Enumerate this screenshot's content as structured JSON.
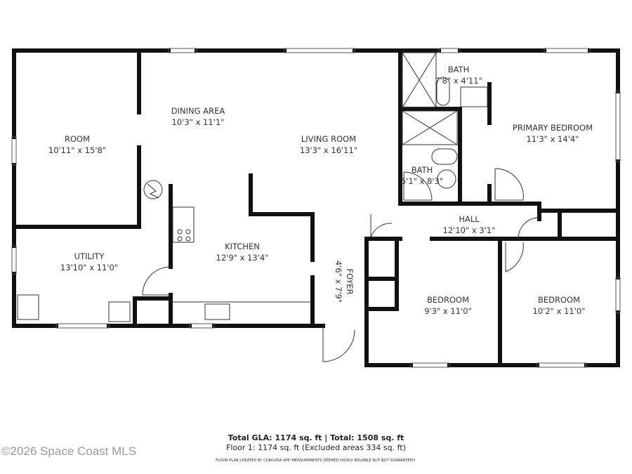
{
  "rooms": [
    {
      "name": "ROOM",
      "size": "10'11\" x 15'8\""
    },
    {
      "name": "DINING AREA",
      "size": "10'3\" x 11'1\""
    },
    {
      "name": "LIVING ROOM",
      "size": "13'3\" x 16'11\""
    },
    {
      "name": "BATH",
      "size": "7'8\" x 4'11\""
    },
    {
      "name": "PRIMARY BEDROOM",
      "size": "11'3\" x 14'4\""
    },
    {
      "name": "BATH",
      "size": "5'1\" x 8'3\""
    },
    {
      "name": "HALL",
      "size": "12'10\" x 3'1\""
    },
    {
      "name": "UTILITY",
      "size": "13'10\" x 11'0\""
    },
    {
      "name": "KITCHEN",
      "size": "12'9\" x 13'4\""
    },
    {
      "name": "FOYER",
      "size": "4'6\" x 7'9\""
    },
    {
      "name": "BEDROOM",
      "size": "9'3\" x 11'0\""
    },
    {
      "name": "BEDROOM",
      "size": "10'2\" x 11'0\""
    }
  ],
  "footer": {
    "totals": "Total GLA: 1174 sq. ft | Total: 1508 sq. ft",
    "floor": "Floor 1: 1174 sq. ft (Excluded areas 334 sq. ft)",
    "disclaimer": "FLOOR PLAN CREATED BY CUBICASA APP. MEASUREMENTS DEEMED HIGHLY RELIABLE BUT NOT GUARANTEED."
  },
  "watermark": "©2026 Space Coast MLS",
  "colors": {
    "wall": "#111111",
    "text": "#333333"
  }
}
